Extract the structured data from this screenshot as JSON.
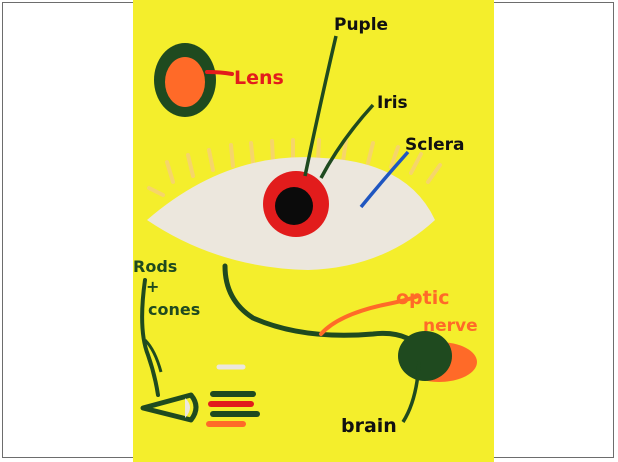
{
  "diagram": {
    "labels": {
      "lens": "Lens",
      "pupil": "Puple",
      "iris": "Iris",
      "sclera": "Sclera",
      "rods": "Rods",
      "plus": "+",
      "cones": "cones",
      "optic": "optic",
      "nerve": "nerve",
      "brain": "brain"
    },
    "colors": {
      "background": "#f4ee2c",
      "dark_green": "#1f4a1f",
      "orange": "#ff6a28",
      "red": "#e21c1c",
      "eye_white": "#ece7dd",
      "lash": "#f6d56a",
      "blue": "#1f56c0",
      "black": "#0b0b0b"
    }
  }
}
